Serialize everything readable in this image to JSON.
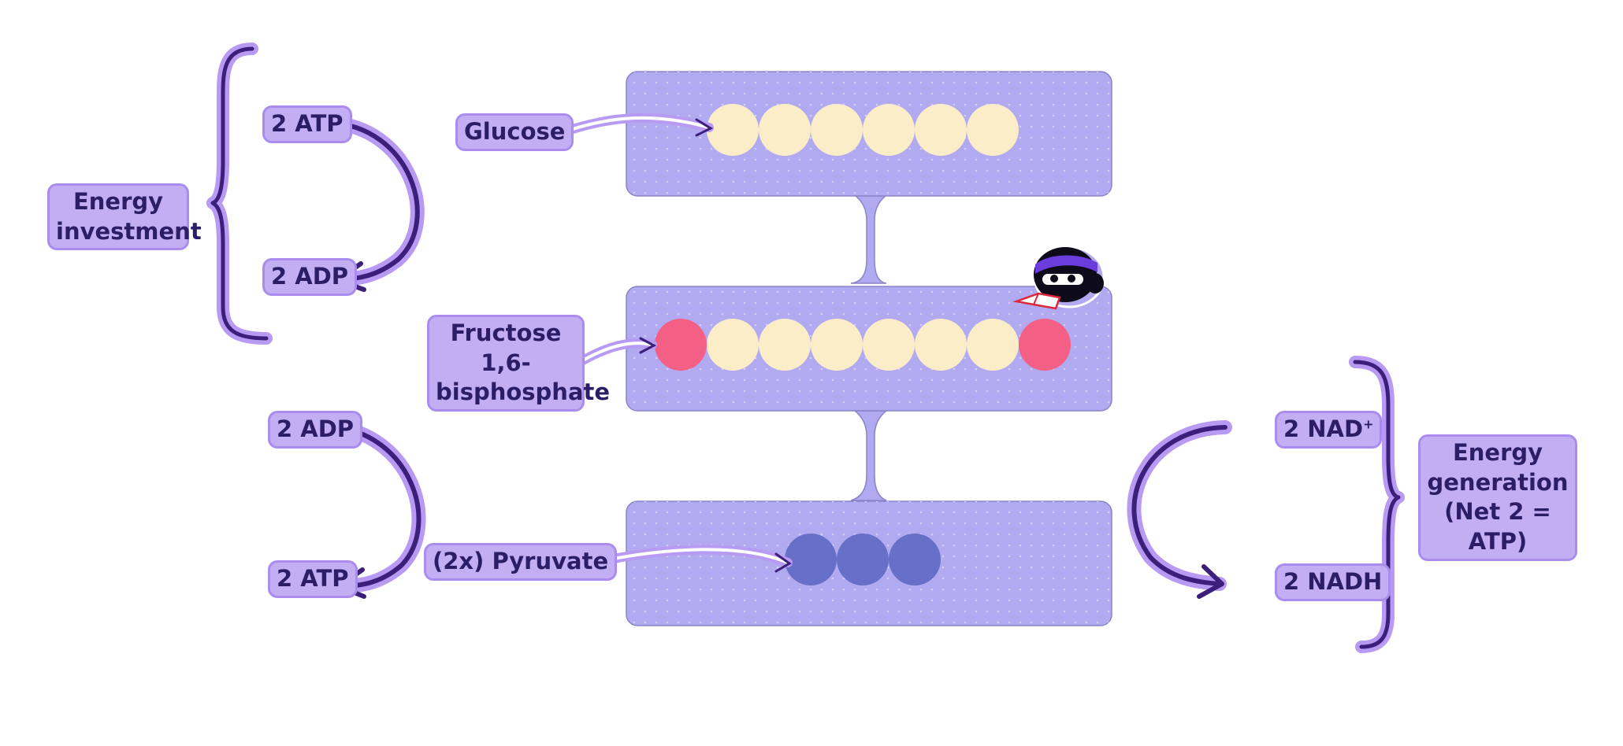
{
  "labels": {
    "energy_investment": "Energy investment",
    "atp_top": "2 ATP",
    "adp_top": "2 ADP",
    "glucose": "Glucose",
    "fructose": "Fructose 1,6-bisphosphate",
    "pyruvate": "(2x) Pyruvate",
    "adp_bottom": "2 ADP",
    "atp_bottom": "2 ATP",
    "nad": "2 NAD",
    "nad_sup": "+",
    "nadh": "2 NADH",
    "energy_generation": "Energy generation (Net 2 = ATP)"
  },
  "molecules": {
    "glucose": [
      "carbon",
      "carbon",
      "carbon",
      "carbon",
      "carbon",
      "carbon"
    ],
    "fructose": [
      "phosphate",
      "carbon",
      "carbon",
      "carbon",
      "carbon",
      "carbon",
      "carbon",
      "phosphate"
    ],
    "pyruvate": [
      "pyruvate",
      "pyruvate",
      "pyruvate"
    ]
  },
  "colors": {
    "panel": "#b2aaf0",
    "carbon": "#fbedc8",
    "phosphate": "#f45f85",
    "pyruvate": "#6670c8",
    "arrow": "#3b1f7a",
    "arrow_glow": "#b89af3",
    "bracket": "#3b1f7a"
  },
  "mascot": {
    "icon": "ninja-reading-book-icon"
  }
}
